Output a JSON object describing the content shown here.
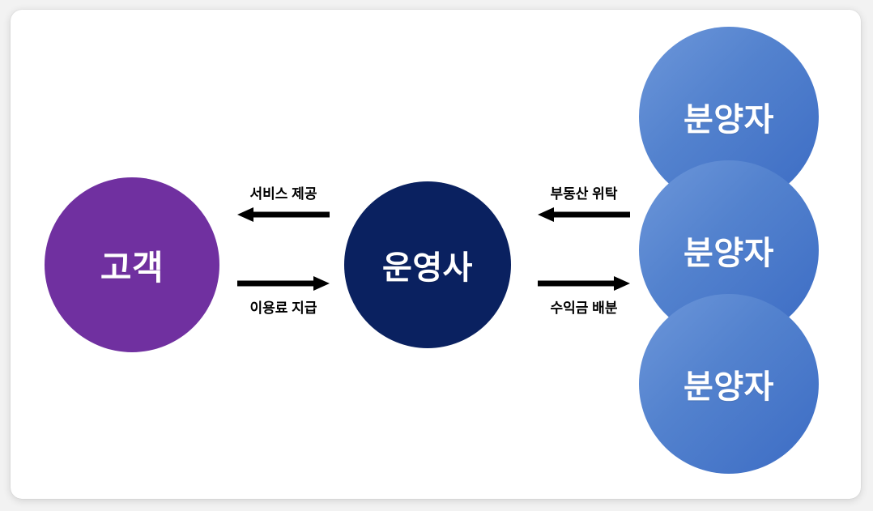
{
  "canvas": {
    "background_color": "#f2f2f2",
    "card_background_color": "#ffffff"
  },
  "diagram": {
    "type": "flow-diagram",
    "nodes": [
      {
        "id": "customer",
        "label": "고객",
        "shape": "circle",
        "color": "#7030a0",
        "text_color": "#ffffff"
      },
      {
        "id": "operator",
        "label": "운영사",
        "shape": "circle",
        "color": "#0a2160",
        "text_color": "#ffffff"
      },
      {
        "id": "buyer-1",
        "label": "분양자",
        "shape": "circle",
        "color": "#5382ce",
        "text_color": "#ffffff"
      },
      {
        "id": "buyer-2",
        "label": "분양자",
        "shape": "circle",
        "color": "#5382ce",
        "text_color": "#ffffff"
      },
      {
        "id": "buyer-3",
        "label": "분양자",
        "shape": "circle",
        "color": "#5382ce",
        "text_color": "#ffffff"
      }
    ],
    "flows": [
      {
        "id": "service-provision",
        "label": "서비스 제공",
        "from": "operator",
        "to": "customer",
        "direction": "left",
        "label_position": "above"
      },
      {
        "id": "usage-fee-payment",
        "label": "이용료 지급",
        "from": "customer",
        "to": "operator",
        "direction": "right",
        "label_position": "below"
      },
      {
        "id": "realestate-trust",
        "label": "부동산 위탁",
        "from": "buyer",
        "to": "operator",
        "direction": "left",
        "label_position": "above"
      },
      {
        "id": "profit-sharing",
        "label": "수익금 배분",
        "from": "operator",
        "to": "buyer",
        "direction": "right",
        "label_position": "below"
      }
    ],
    "arrow_color": "#000000"
  }
}
